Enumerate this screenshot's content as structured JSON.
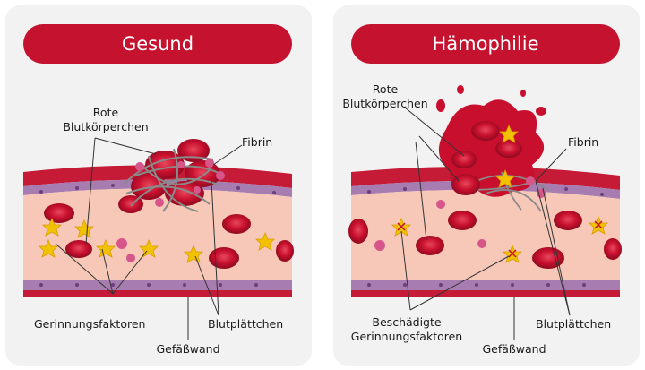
{
  "panels": [
    {
      "title": "Gesund",
      "labels": {
        "red_cells": "Rote\nBlutkörperchen",
        "fibrin": "Fibrin",
        "clotting": "Gerinnungsfaktoren",
        "platelets": "Blutplättchen",
        "vessel": "Gefäßwand"
      }
    },
    {
      "title": "Hämophilie",
      "labels": {
        "red_cells": "Rote\nBlutkörperchen",
        "fibrin": "Fibrin",
        "clotting": "Beschädigte\nGerinnungsfaktoren",
        "platelets": "Blutplättchen",
        "vessel": "Gefäßwand"
      }
    }
  ],
  "colors": {
    "accent": "#c4122f",
    "blood_cell": "#c8102e",
    "vessel_lumen": "#f7c8b8",
    "platelet": "#d6568a",
    "clotting_factor": "#f2c200"
  }
}
